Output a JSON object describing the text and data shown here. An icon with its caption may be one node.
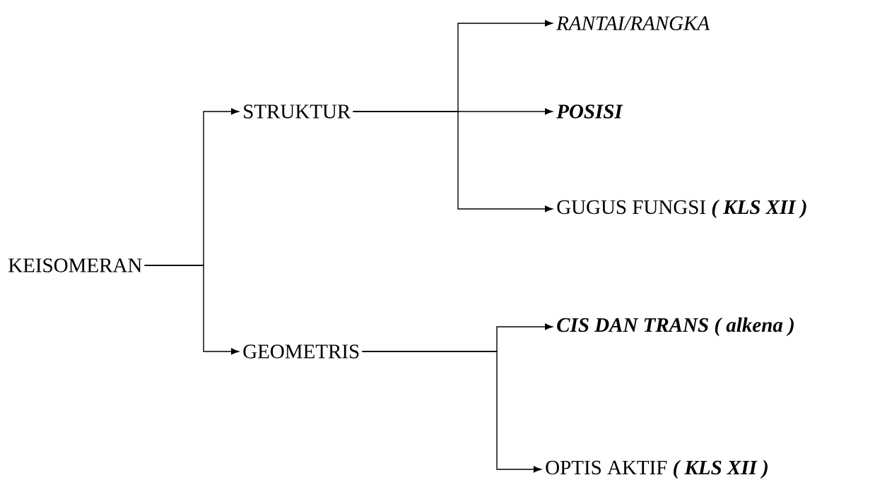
{
  "diagram": {
    "nodes": [
      {
        "text": [
          "KEISOMERAN"
        ]
      },
      {
        "text": [
          "STRUKTUR"
        ]
      },
      {
        "text": [
          "GEOMETRIS"
        ]
      },
      {
        "text": [
          "RANTAI/RANGKA"
        ]
      },
      {
        "text": [
          "POSISI"
        ]
      },
      {
        "text": [
          "GUGUS FUNGSI **( KLS XII )**"
        ]
      },
      {
        "text": [
          "CIS DAN TRANS ( alkena )"
        ]
      },
      {
        "text": [
          "OPTIS AKTIF **( KLS XII )**"
        ]
      }
    ],
    "edges": [
      {
        "from": 0,
        "to": 1,
        "arrow": "to"
      },
      {
        "from": 0,
        "to": 2,
        "arrow": "to"
      },
      {
        "from": 1,
        "to": 3,
        "arrow": "to"
      },
      {
        "from": 1,
        "to": 4,
        "arrow": "to"
      },
      {
        "from": 1,
        "to": 5,
        "arrow": "to"
      },
      {
        "from": 2,
        "to": 6,
        "arrow": "to"
      },
      {
        "from": 2,
        "to": 7,
        "arrow": "to"
      }
    ]
  }
}
